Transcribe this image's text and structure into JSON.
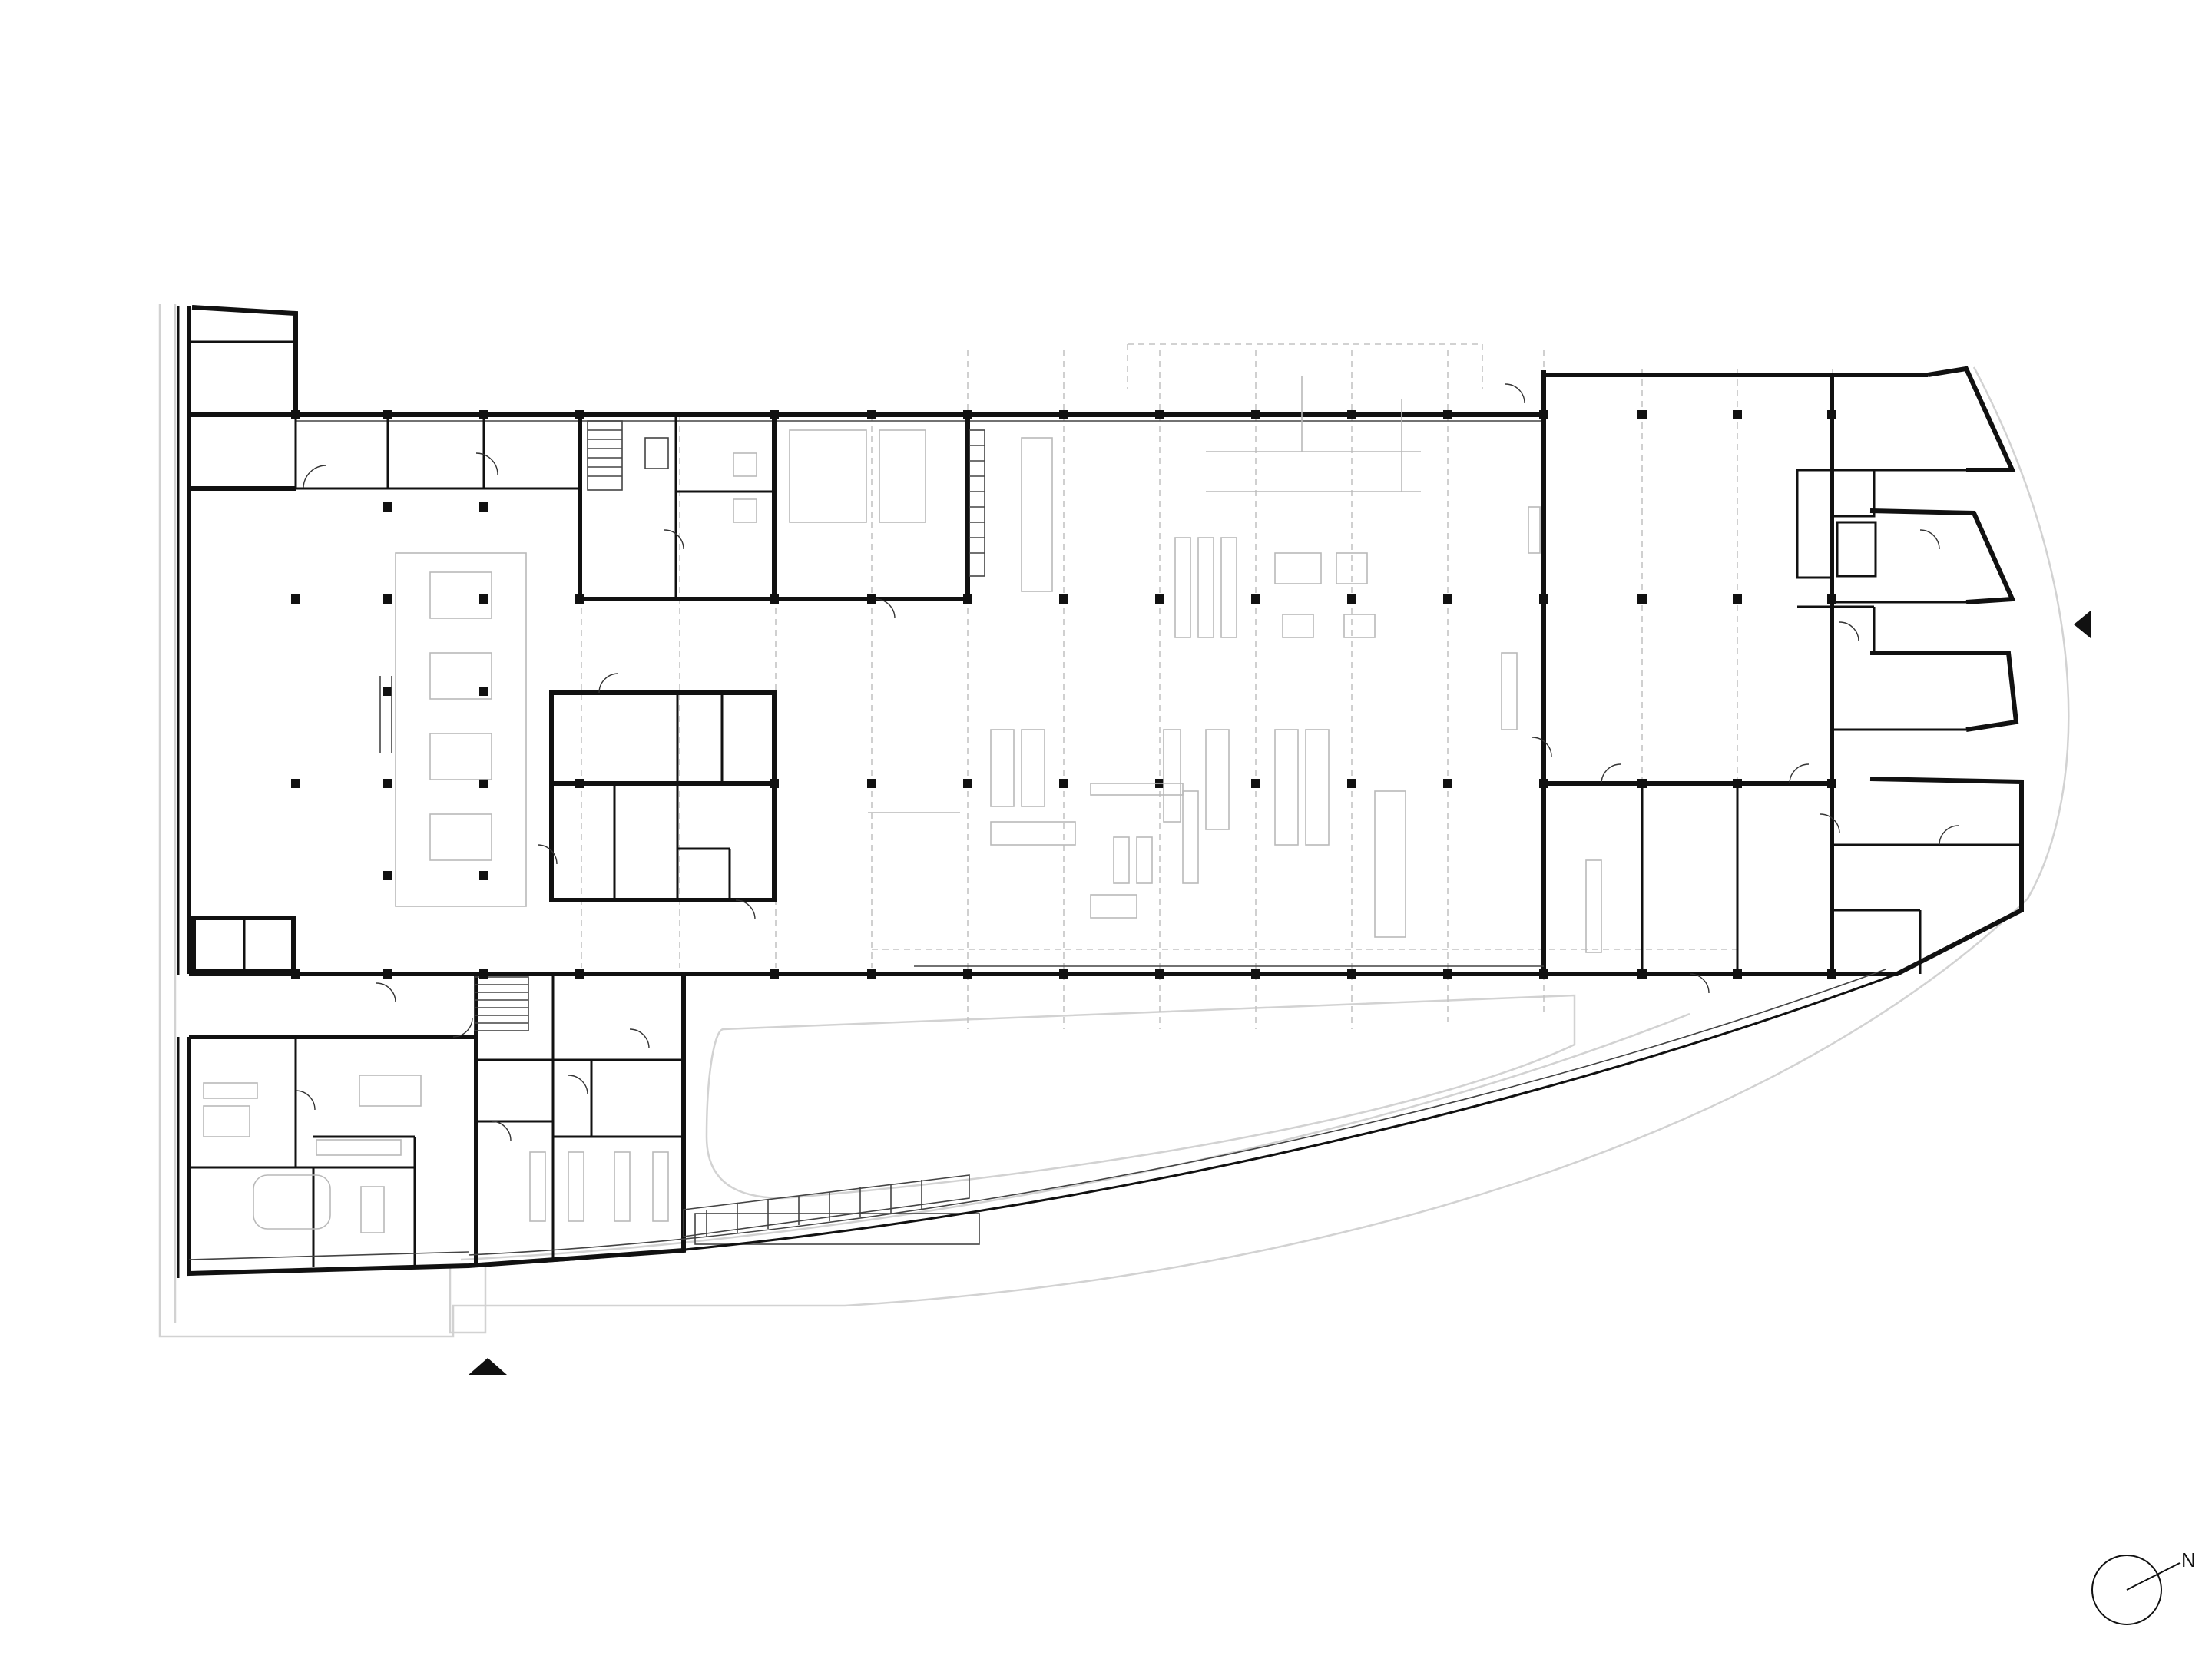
{
  "drawing": {
    "type": "architectural floor plan",
    "north_arrow_label": "N",
    "entrances": [
      "entrance-marker-south",
      "entrance-marker-east"
    ]
  },
  "colors": {
    "background": "#ffffff",
    "wall": "#111111",
    "site_outline": "#d2d2d2",
    "equipment": "#b9b9b9"
  }
}
